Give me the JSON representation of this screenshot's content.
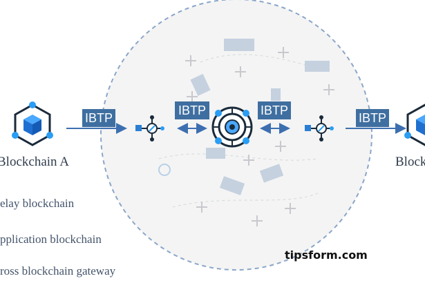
{
  "diagram": {
    "left_node_label": "Blockchain A",
    "right_node_label": "Blockch",
    "tag_label": "IBTP",
    "legend": {
      "relay": "elay blockchain",
      "application": "pplication  blockchain",
      "gateway": "ross blockchain gateway"
    },
    "watermark": "tipsform.com"
  },
  "colors": {
    "tag_bg": "#3f6fa0",
    "accent": "#2a9df4",
    "dark": "#1a2a3a",
    "arrow": "#3d6fb0",
    "circle_border": "#8aa6c8"
  }
}
